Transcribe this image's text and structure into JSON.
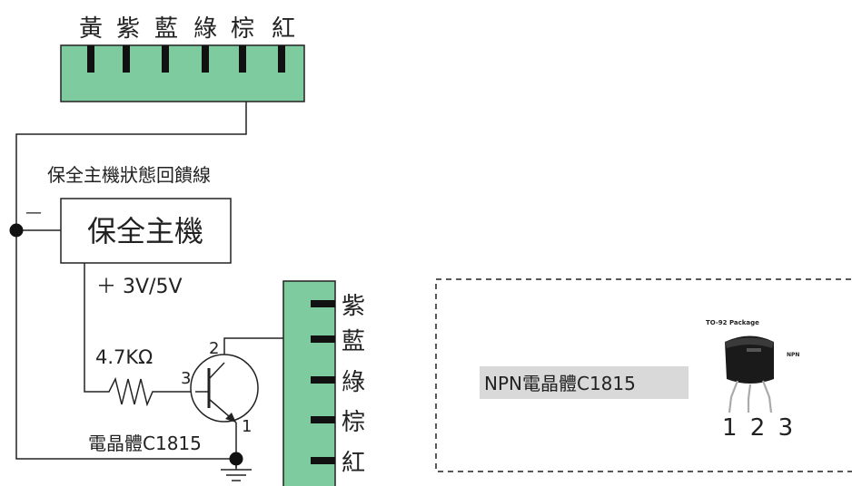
{
  "top_connector": {
    "wire_colors": [
      "黃",
      "紫",
      "藍",
      "綠",
      "棕",
      "紅"
    ]
  },
  "labels": {
    "feedback_line": "保全主機狀態回饋線",
    "host_box": "保全主機",
    "minus": "—",
    "plus_voltage": "＋ 3V/5V",
    "resistor": "4.7KΩ",
    "transistor": "電晶體C1815",
    "pin2": "2",
    "pin3": "3",
    "pin1": "1"
  },
  "right_connector": {
    "wire_colors": [
      "紫",
      "藍",
      "綠",
      "棕",
      "紅"
    ]
  },
  "inset": {
    "title": "NPN電晶體C1815",
    "package_label": "TO-92 Package",
    "type_label": "NPN",
    "pins": "1 2 3"
  },
  "colors": {
    "connector_fill": "#7fcba0",
    "caption_bg": "#d9d9d9",
    "line": "#222222"
  }
}
